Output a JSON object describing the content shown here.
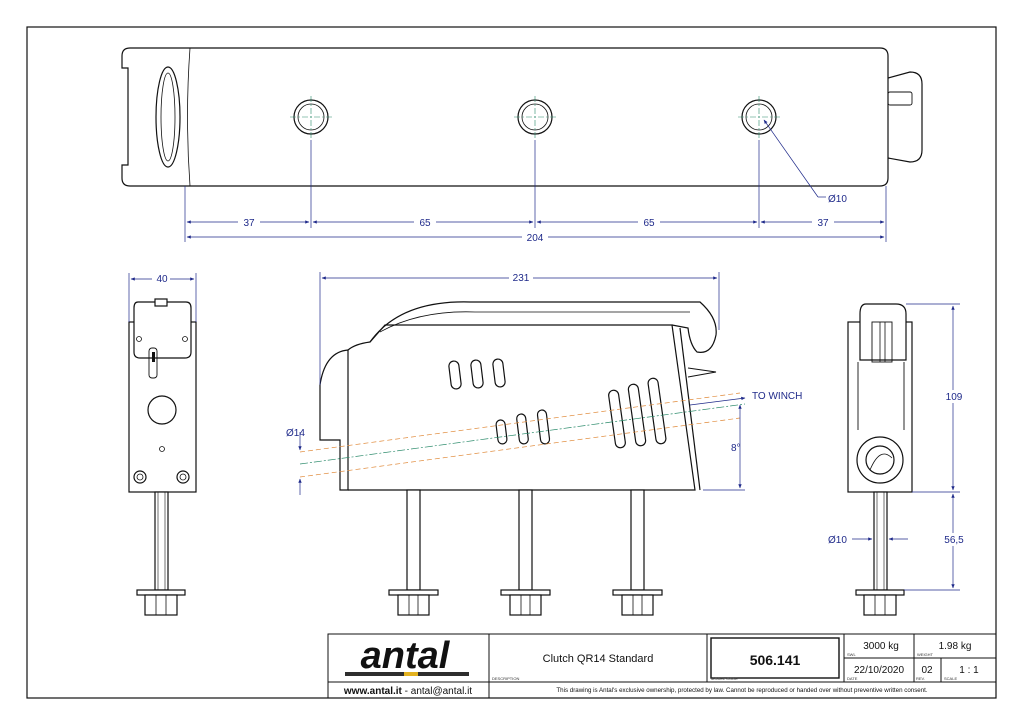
{
  "drawing": {
    "brand": "antal",
    "website": "www.antal.it",
    "separator": " - ",
    "email": "antal@antal.it",
    "description": "Clutch QR14 Standard",
    "description_label": "DESCRIPTION",
    "model_code": "506.141",
    "model_code_label": "MODEL CODE",
    "swl": "3000 kg",
    "swl_label": "SWL",
    "weight": "1.98 kg",
    "weight_label": "WEIGHT",
    "date": "22/10/2020",
    "date_label": "DATE",
    "rev": "02",
    "rev_label": "REV.",
    "scale": "1 : 1",
    "scale_label": "SCALE",
    "notice": "This drawing is Antal's exclusive ownership, protected by law. Cannot be reproduced or handed over without preventive written consent."
  },
  "dimensions": {
    "top_d37a": "37",
    "top_d65a": "65",
    "top_d65b": "65",
    "top_d37b": "37",
    "top_total": "204",
    "top_hole": "Ø10",
    "left_width": "40",
    "front_length": "231",
    "front_rope": "Ø14",
    "front_angle": "8°",
    "to_winch": "TO WINCH",
    "right_height": "109",
    "right_bolt_len": "56,5",
    "right_bolt_dia": "Ø10"
  },
  "colors": {
    "line": "#111111",
    "dimension": "#1f2a8a",
    "centerline": "#2a8a6a",
    "rope_line": "#e08a3a"
  }
}
